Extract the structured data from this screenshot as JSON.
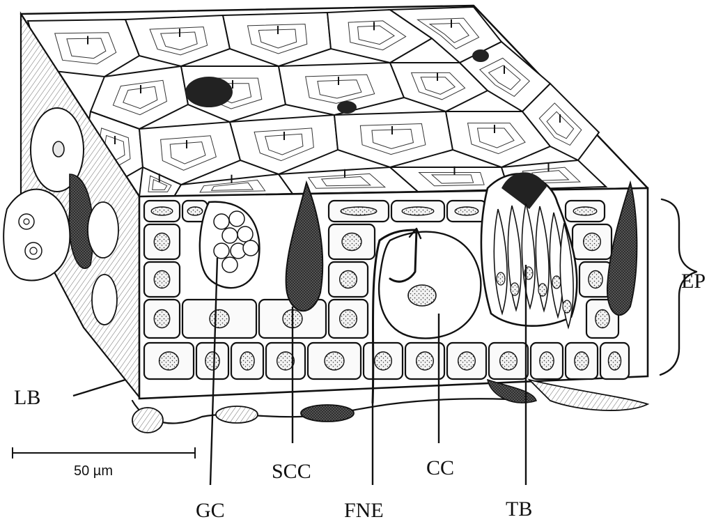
{
  "labels": {
    "ep": "EP",
    "lb": "LB",
    "gc": "GC",
    "scc": "SCC",
    "fne": "FNE",
    "cc": "CC",
    "tb": "TB"
  },
  "scale_bar": {
    "label": "50 µm"
  },
  "colors": {
    "ink": "#111111",
    "nucleus_fill": "#e9e9e9",
    "background": "#ffffff"
  }
}
